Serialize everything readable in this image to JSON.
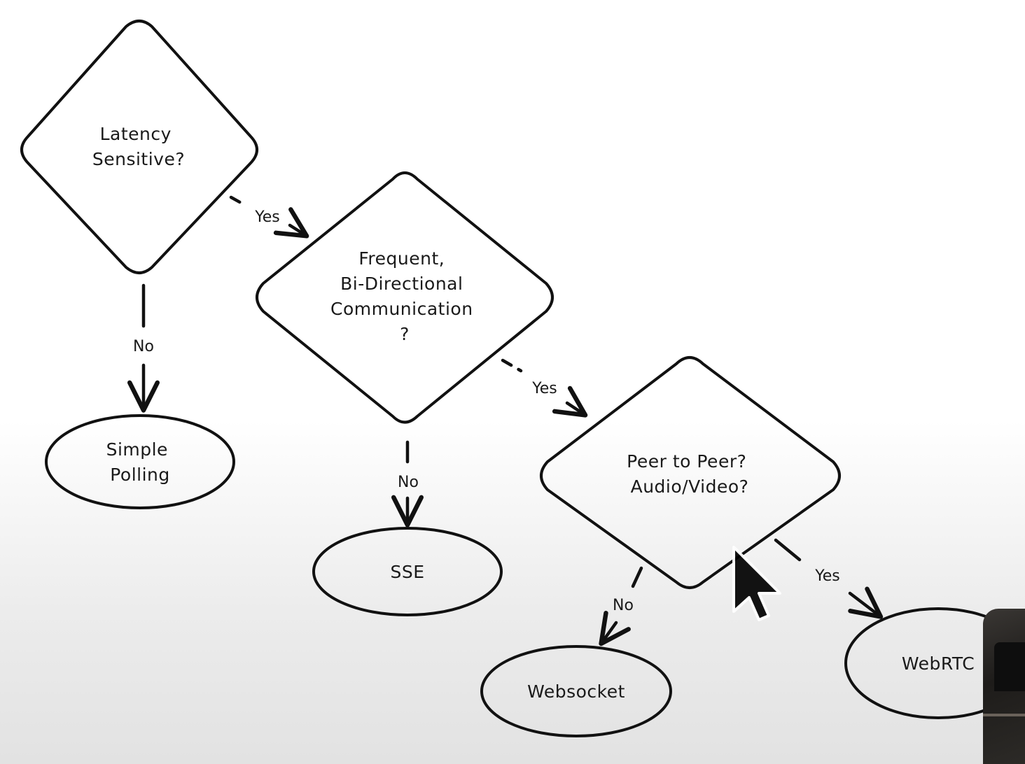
{
  "diagram": {
    "nodes": {
      "latency": {
        "lines": [
          "Latency",
          "Sensitive?"
        ]
      },
      "frequent": {
        "lines": [
          "Frequent,",
          "Bi-Directional",
          "Communication",
          "?"
        ]
      },
      "peer": {
        "lines": [
          "Peer to Peer?",
          "Audio/Video?"
        ]
      },
      "simple_polling": {
        "lines": [
          "Simple",
          "Polling"
        ]
      },
      "sse": {
        "lines": [
          "SSE"
        ]
      },
      "websocket": {
        "lines": [
          "Websocket"
        ]
      },
      "webrtc": {
        "lines": [
          "WebRTC"
        ]
      }
    },
    "edges": {
      "latency_yes": "Yes",
      "latency_no": "No",
      "frequent_yes": "Yes",
      "frequent_no": "No",
      "peer_yes": "Yes",
      "peer_no": "No"
    }
  },
  "colors": {
    "stroke": "#111111",
    "text": "#1a1a1a",
    "background": "#ffffff"
  },
  "icons": {
    "cursor": "mouse-pointer-icon"
  }
}
